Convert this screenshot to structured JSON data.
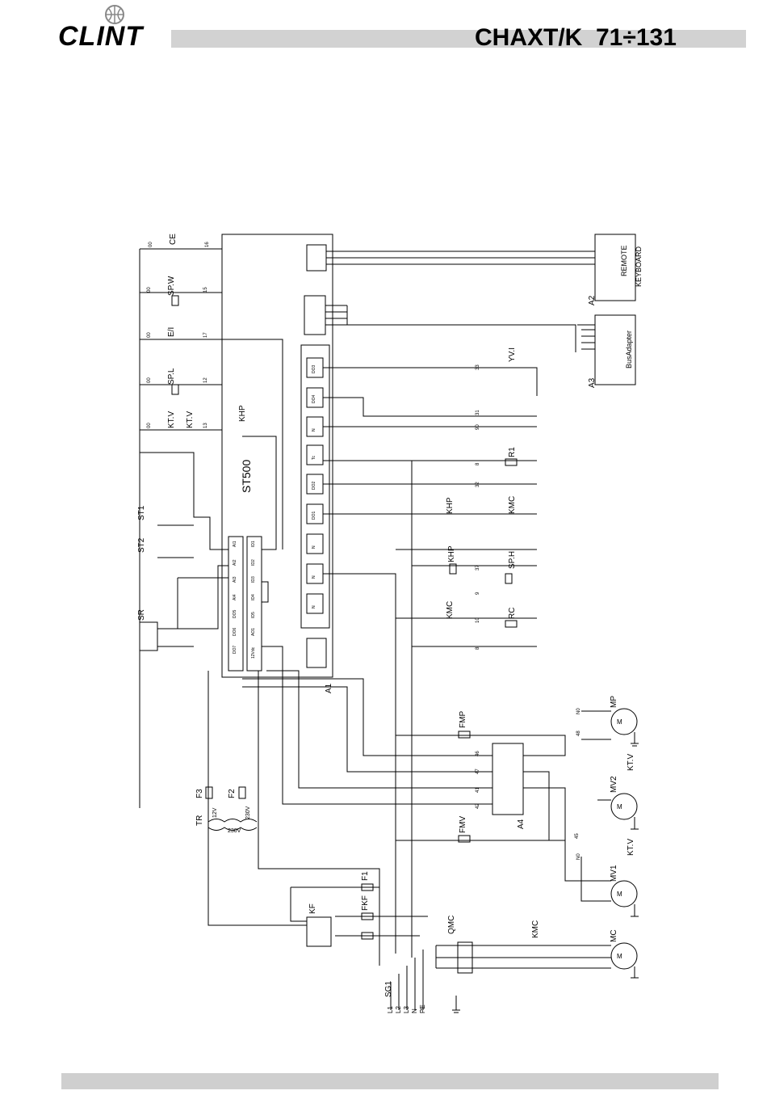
{
  "header": {
    "brand": "CLINT",
    "model": "CHAXT/K  71÷131"
  },
  "labels": {
    "CE": "CE",
    "SPW": "SP.W",
    "EI": "E/I",
    "SPL": "SP.L",
    "KTV": "KT.V",
    "KHP": "KHP",
    "ST500": "ST500",
    "ST1": "ST1",
    "ST2": "ST2",
    "SR": "SR",
    "A1": "A1",
    "A2": "A2",
    "A3": "A3",
    "A4": "A4",
    "REMOTE": "REMOTE",
    "KEYBOARD": "KEYBOARD",
    "BUSADAPTER": "BusAdapter",
    "YVI": "YV.I",
    "R1": "R1",
    "KMC": "KMC",
    "SPH": "SP.H",
    "RC": "RC",
    "MP": "MP",
    "MV1": "MV1",
    "MV2": "MV2",
    "MC": "MC",
    "FMP": "FMP",
    "FMV": "FMV",
    "F1": "F1",
    "F2": "F2",
    "F3": "F3",
    "TR": "TR",
    "KF": "KF",
    "FKF": "FKF",
    "QMC": "QMC",
    "SG1": "SG1",
    "V12": "12V",
    "V230": "230V",
    "V230b": "230V",
    "L1": "L1",
    "L2": "L2",
    "L3": "L3",
    "N": "N",
    "PE": "PE",
    "M": "M"
  },
  "wires": {
    "w00": "00",
    "w16": "16",
    "w15": "15",
    "w17": "17",
    "w12": "12",
    "w13": "13",
    "w33": "33",
    "w31": "31",
    "w90": "90",
    "w8a": "8",
    "w32": "32",
    "w37": "37",
    "w9": "9",
    "w10": "10",
    "w8b": "8",
    "wN0a": "N0",
    "w48": "48",
    "w46": "46",
    "w47": "47",
    "w41": "41",
    "w42": "42",
    "w45": "45",
    "wN0b": "N0"
  },
  "terminals": {
    "AI1": "AI1",
    "AI2": "AI2",
    "AI3": "AI3",
    "AI4": "AI4",
    "DO5": "DO5",
    "DO6": "DO6",
    "DO7": "DO7",
    "ID1": "ID1",
    "ID2": "ID2",
    "ID3": "ID3",
    "ID4": "ID4",
    "ID5": "ID5",
    "AO1": "AO1",
    "V12DC": "12Vdc",
    "DO3": "DO3",
    "DO4": "DO4",
    "DO2": "DO2",
    "DO1": "DO1",
    "TC": "Tc",
    "N": "N"
  }
}
